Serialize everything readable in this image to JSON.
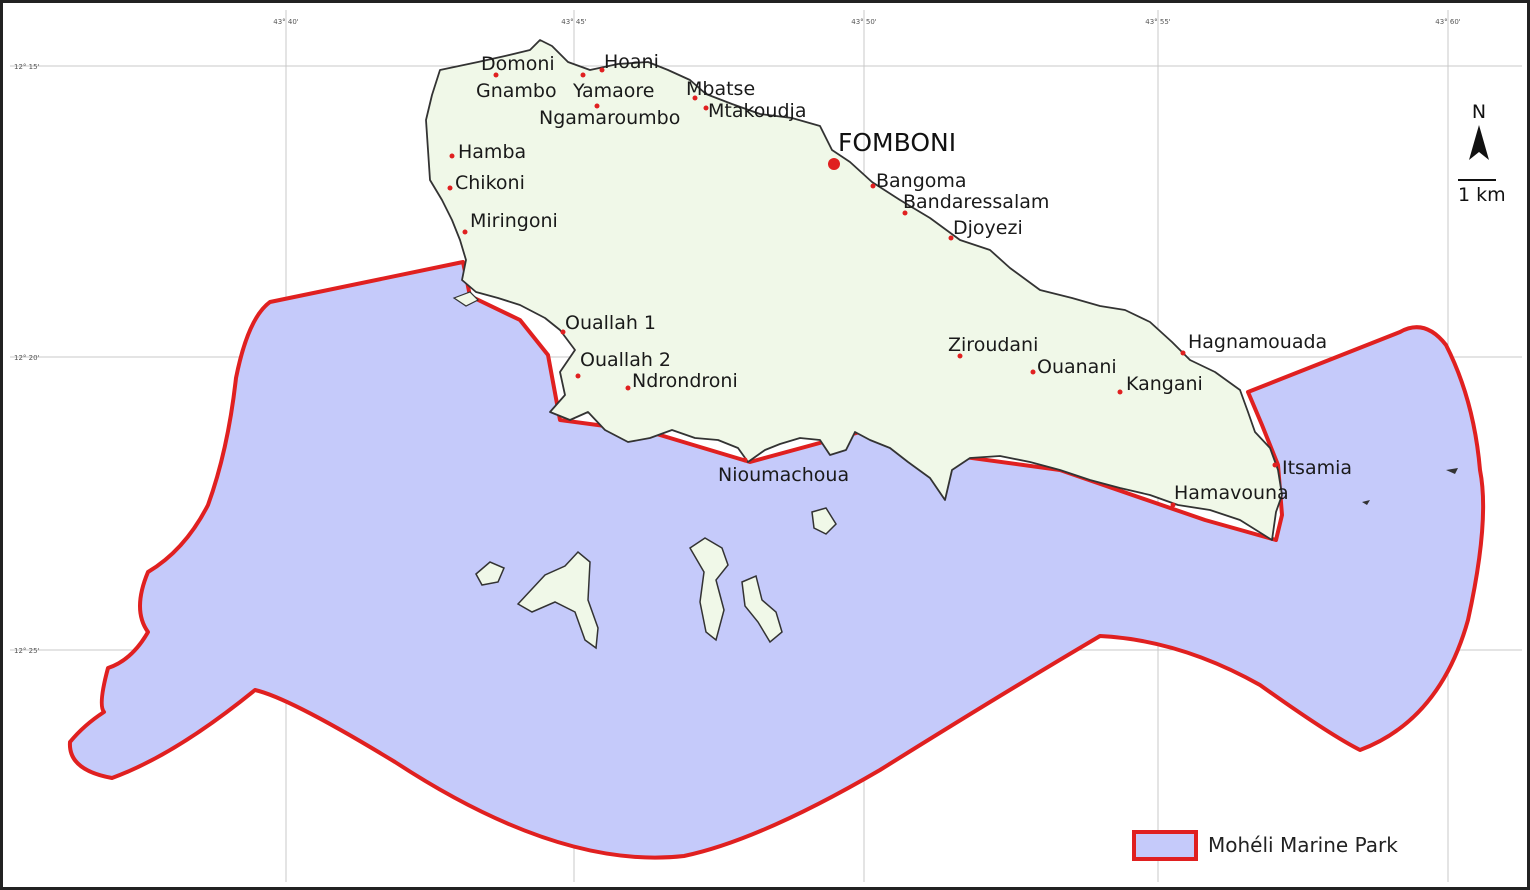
{
  "colors": {
    "land": "#f0f8e8",
    "land_outline": "#333333",
    "park_fill": "#c5cafa",
    "park_outline": "#e02020",
    "village_dot": "#e02020",
    "grid": "#c9c9c9"
  },
  "grid_labels": {
    "top": [
      "43° 40'",
      "43° 45'",
      "43° 50'",
      "43° 55'",
      "43° 60'"
    ],
    "left": [
      "12° 15'",
      "12° 20'",
      "12° 25'"
    ]
  },
  "capital": {
    "name": "FOMBONI"
  },
  "villages": [
    "Domoni",
    "Hoani",
    "Gnambo",
    "Yamaore",
    "Mbatse",
    "Ngamaroumbo",
    "Mtakoudja",
    "Hamba",
    "Chikoni",
    "Miringoni",
    "Bangoma",
    "Bandaressalam",
    "Djoyezi",
    "Ouallah 1",
    "Ouallah 2",
    "Ndrondroni",
    "Ziroudani",
    "Ouanani",
    "Kangani",
    "Hagnamouada",
    "Nioumachoua",
    "Itsamia",
    "Hamavouna"
  ],
  "north_arrow": {
    "label": "N",
    "icon": "north-arrow-icon"
  },
  "scale_bar": {
    "label": "1 km"
  },
  "legend": {
    "label": "Mohéli Marine Park"
  }
}
